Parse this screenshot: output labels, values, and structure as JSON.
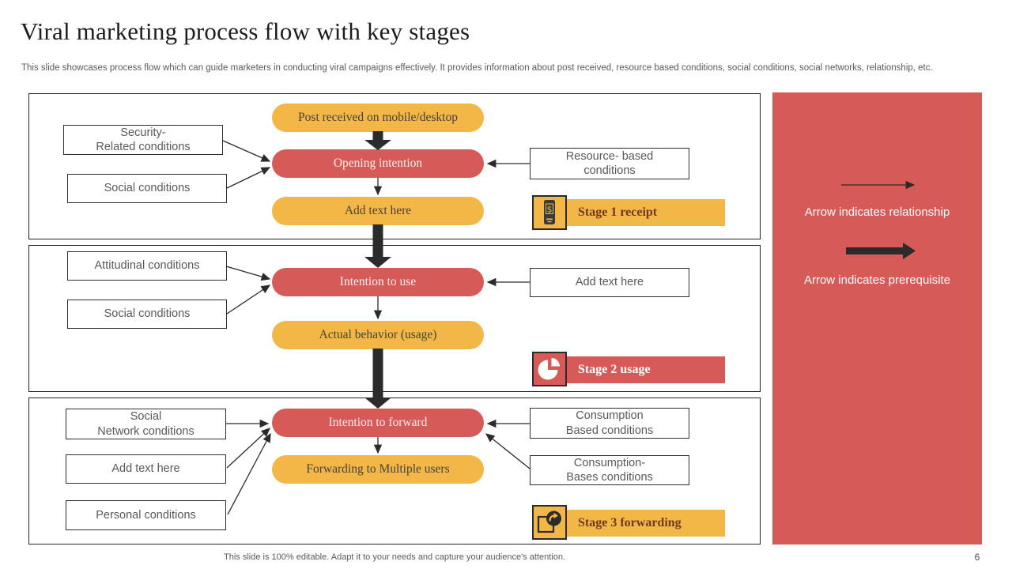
{
  "slide": {
    "title": "Viral marketing process flow with key stages",
    "subtitle": "This slide showcases process flow which can guide marketers in conducting viral campaigns effectively. It provides information about post received, resource based conditions, social conditions, social networks, relationship, etc.",
    "footer": "This slide is 100% editable. Adapt it to your needs and capture your audience's attention.",
    "page_number": "6"
  },
  "colors": {
    "accent_red": "#D65B58",
    "accent_yellow": "#F2B747",
    "badge_text_brown": "#6E3A21",
    "label_gray": "#595959",
    "arrow_black": "#2b2b2b"
  },
  "stages": [
    {
      "badge": {
        "label": "Stage 1 receipt",
        "icon": "dollar-bill-icon"
      },
      "pills": {
        "entry": "Post received on mobile/desktop",
        "red": "Opening intention",
        "yellow": "Add text here"
      },
      "left_conditions": [
        "Security-\nRelated conditions",
        "Social conditions"
      ],
      "right_conditions": [
        "Resource- based\nconditions"
      ]
    },
    {
      "badge": {
        "label": "Stage 2 usage",
        "icon": "pie-chart-icon"
      },
      "pills": {
        "red": "Intention to use",
        "yellow": "Actual behavior (usage)"
      },
      "left_conditions": [
        "Attitudinal conditions",
        "Social conditions"
      ],
      "right_conditions": [
        "Add text here"
      ]
    },
    {
      "badge": {
        "label": "Stage 3 forwarding",
        "icon": "share-forward-icon"
      },
      "pills": {
        "red": "Intention to forward",
        "yellow": "Forwarding to Multiple users"
      },
      "left_conditions": [
        "Social\nNetwork conditions",
        "Add text here",
        "Personal conditions"
      ],
      "right_conditions": [
        "Consumption\nBased conditions",
        "Consumption-\nBases conditions"
      ]
    }
  ],
  "legend": {
    "relationship_label": "Arrow indicates relationship",
    "prerequisite_label": "Arrow indicates prerequisite"
  }
}
